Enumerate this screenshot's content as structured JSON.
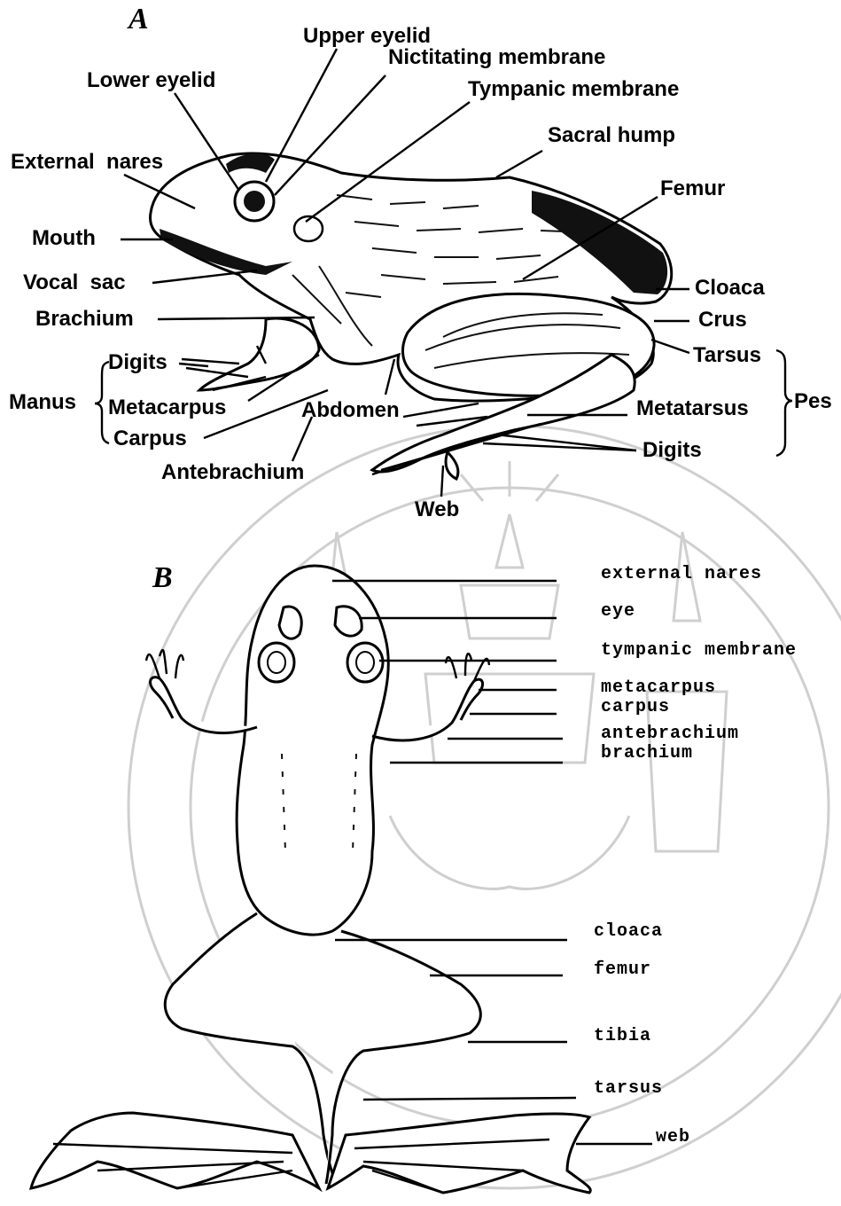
{
  "panels": {
    "a": "A",
    "b": "B"
  },
  "diagram_a": {
    "labels": {
      "upper_eyelid": "Upper eyelid",
      "nictitating_membrane": "Nictitating membrane",
      "lower_eyelid": "Lower eyelid",
      "tympanic_membrane": "Tympanic membrane",
      "sacral_hump": "Sacral hump",
      "external_nares": "External  nares",
      "femur": "Femur",
      "mouth": "Mouth",
      "vocal_sac": "Vocal  sac",
      "cloaca": "Cloaca",
      "brachium": "Brachium",
      "crus": "Crus",
      "digits_manus": "Digits",
      "tarsus": "Tarsus",
      "manus": "Manus",
      "metacarpus": "Metacarpus",
      "abdomen": "Abdomen",
      "metatarsus": "Metatarsus",
      "pes": "Pes",
      "carpus": "Carpus",
      "digits_pes": "Digits",
      "antebrachium": "Antebrachium",
      "web": "Web"
    }
  },
  "diagram_b": {
    "labels": {
      "external_nares": "external nares",
      "eye": "eye",
      "tympanic_membrane": "tympanic membrane",
      "metacarpus": "metacarpus",
      "carpus": "carpus",
      "antebrachium": "antebrachium",
      "brachium": "brachium",
      "cloaca": "cloaca",
      "femur": "femur",
      "tibia": "tibia",
      "tarsus": "tarsus",
      "web": "web"
    }
  },
  "watermark": {
    "color": "#cfcfcf"
  }
}
